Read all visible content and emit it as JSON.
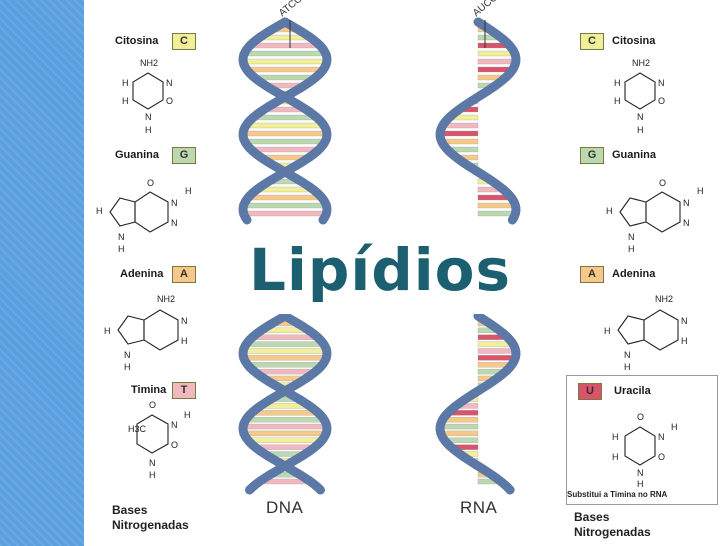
{
  "title": "Lipídios",
  "left_bases": [
    {
      "name": "Citosina",
      "letter": "C",
      "color": "#f2ef9a"
    },
    {
      "name": "Guanina",
      "letter": "G",
      "color": "#bcd8b0"
    },
    {
      "name": "Adenina",
      "letter": "A",
      "color": "#f6c98a"
    },
    {
      "name": "Timina",
      "letter": "T",
      "color": "#f2b8c0"
    }
  ],
  "right_bases": [
    {
      "name": "Citosina",
      "letter": "C",
      "color": "#f2ef9a"
    },
    {
      "name": "Guanina",
      "letter": "G",
      "color": "#bcd8b0"
    },
    {
      "name": "Adenina",
      "letter": "A",
      "color": "#f6c98a"
    },
    {
      "name": "Uracila",
      "letter": "U",
      "color": "#d9536a"
    }
  ],
  "dna_label": "DNA",
  "rna_label": "RNA",
  "dna_annotation": "ATCG's",
  "rna_annotation": "AUCG's",
  "footer_line1": "Bases",
  "footer_line2": "Nitrogenadas",
  "uracil_note": "Substitui a Timina no RNA",
  "atoms": {
    "nh2": "NH2",
    "n": "N",
    "h": "H",
    "o": "O",
    "h3c": "H3C"
  },
  "colors": {
    "stripe": "#5a9fe0",
    "backbone": "#5b78a6",
    "title": "#1c5f70",
    "rung_orange": "#f6c98a",
    "rung_yellow": "#f2ef9a",
    "rung_green": "#bcd8b0",
    "rung_pink": "#f2b8c0",
    "rung_red": "#d9536a"
  }
}
